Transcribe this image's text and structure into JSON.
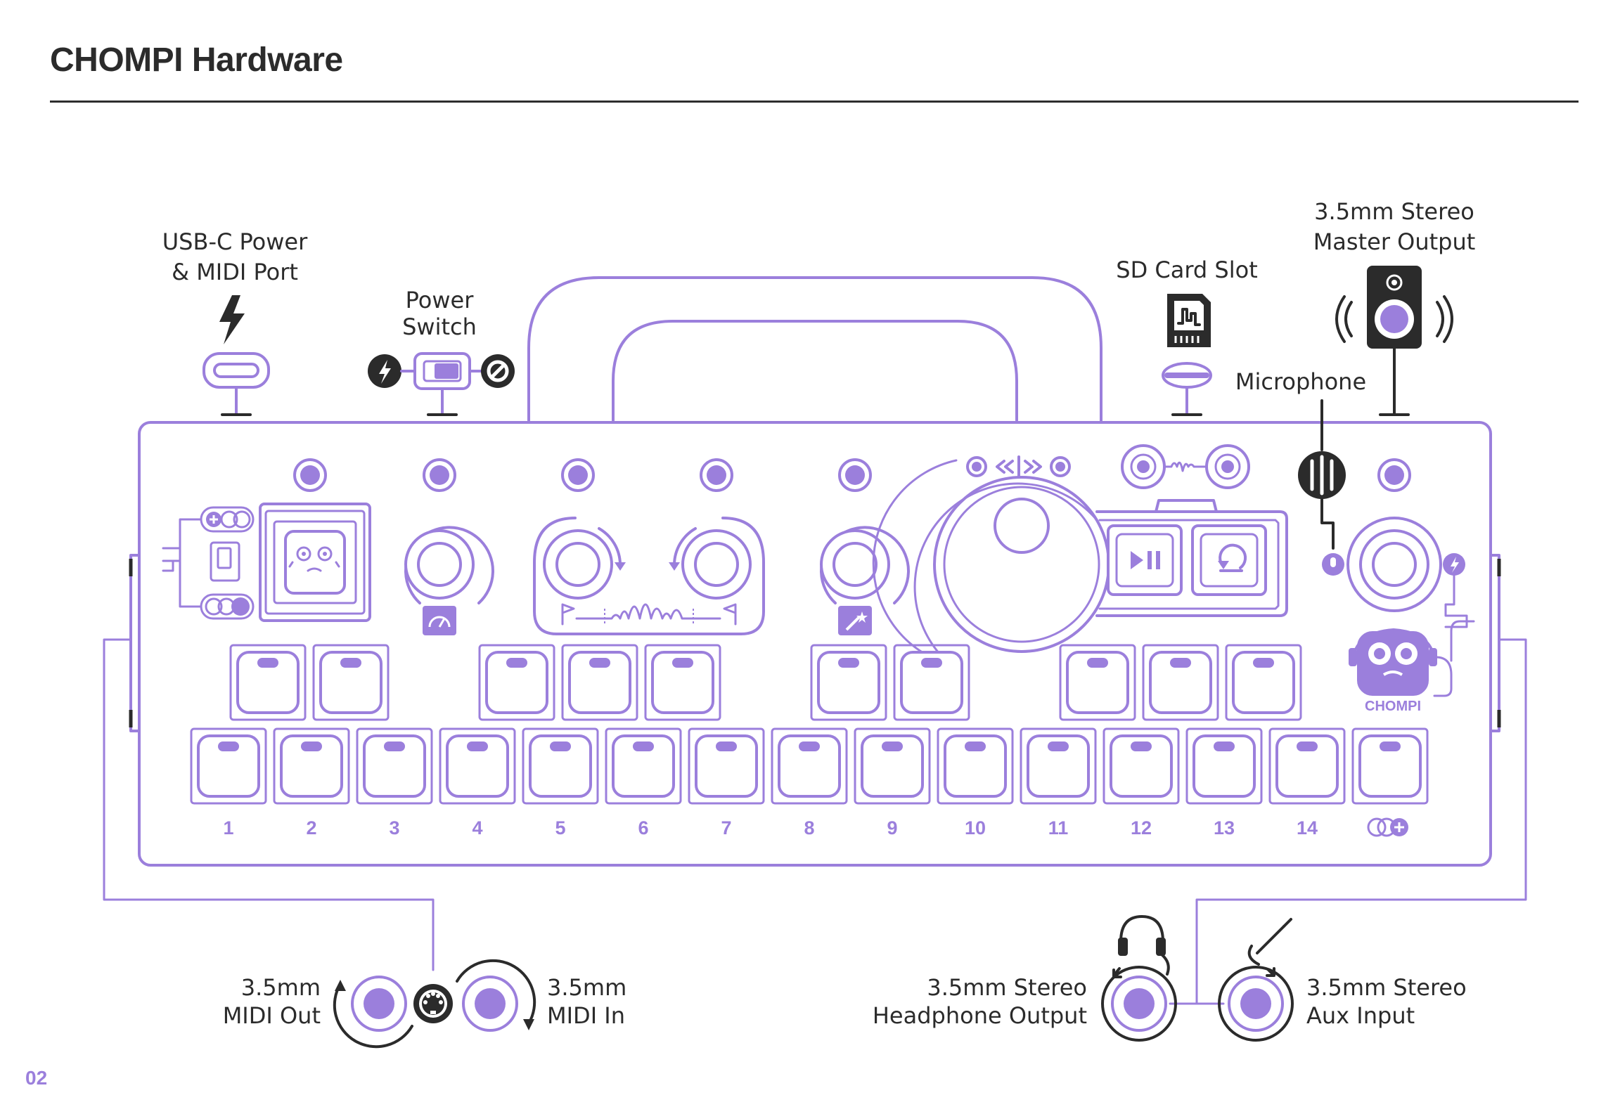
{
  "page": {
    "title": "CHOMPI Hardware",
    "page_number": "02"
  },
  "labels": {
    "usb_c": [
      "USB-C Power",
      "& MIDI Port"
    ],
    "power_switch": [
      "Power",
      "Switch"
    ],
    "sd_card": "SD Card Slot",
    "master_output": [
      "3.5mm Stereo",
      "Master Output"
    ],
    "microphone": "Microphone",
    "midi_out": [
      "3.5mm",
      "MIDI Out"
    ],
    "midi_in": [
      "3.5mm",
      "MIDI In"
    ],
    "headphone_output": [
      "3.5mm Stereo",
      "Headphone Output"
    ],
    "aux_input": [
      "3.5mm Stereo",
      "Aux Input"
    ]
  },
  "brand": "CHOMPI",
  "key_numbers": [
    "1",
    "2",
    "3",
    "4",
    "5",
    "6",
    "7",
    "8",
    "9",
    "10",
    "11",
    "12",
    "13",
    "14"
  ],
  "icons": {
    "usb": "lightning-bolt-icon",
    "power_on": "bolt-circle-icon",
    "power_off": "no-sign-icon",
    "sd": "sd-card-icon",
    "speaker": "speaker-icon",
    "mic": "microphone-grille-icon",
    "midi": "din-midi-icon",
    "headphones": "headphones-icon",
    "aux": "aux-plug-icon",
    "play_pause": "play-pause-icon",
    "loop": "loop-icon",
    "speed": "speedometer-icon",
    "magic": "magic-wand-icon"
  },
  "colors": {
    "accent": "#9b7fdc",
    "ink": "#2b2b2b",
    "background": "#ffffff"
  }
}
